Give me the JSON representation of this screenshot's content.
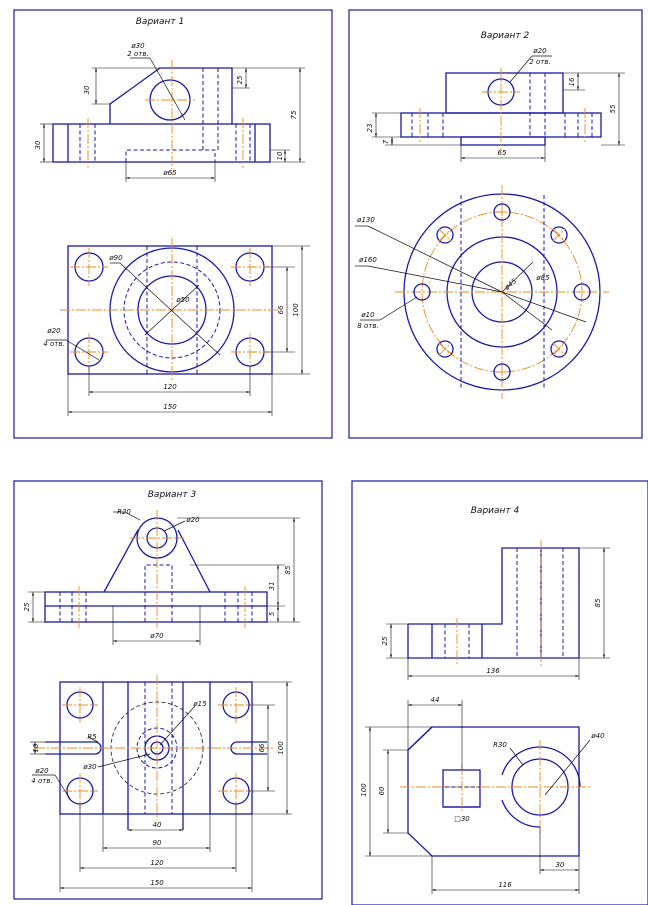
{
  "titles": {
    "v1": "Вариант 1",
    "v2": "Вариант 2",
    "v3": "Вариант 3",
    "v4": "Вариант 4"
  },
  "v1": {
    "d30": "ø30",
    "d30n": "2 отв.",
    "d30s": "30",
    "d25": "25",
    "d75": "75",
    "d30l": "30",
    "d10": "10",
    "d65": "ø65",
    "d90": "ø90",
    "d50": "ø50",
    "d66": "66",
    "d100": "100",
    "d20": "ø20",
    "d20n": "4 отв.",
    "d120": "120",
    "d150": "150"
  },
  "v2": {
    "d20": "ø20",
    "d20n": "2 отв.",
    "d16": "16",
    "d55": "55",
    "d23": "23",
    "d7": "7",
    "d65": "65",
    "d130": "ø130",
    "d160": "ø160",
    "d45": "ø45",
    "d85": "ø85",
    "d10": "ø10",
    "d10n": "8 отв."
  },
  "v3": {
    "r20": "R20",
    "d20": "ø20",
    "d85": "85",
    "d31": "31",
    "d25": "25",
    "d5": "5",
    "d70": "ø70",
    "d15": "ø15",
    "r5": "R5",
    "d10": "10",
    "d30": "ø30",
    "d20b": "ø20",
    "d20n": "4 отв.",
    "d66": "66",
    "d100": "100",
    "d40": "40",
    "d90": "90",
    "d120": "120",
    "d150": "150"
  },
  "v4": {
    "d85": "85",
    "d25": "25",
    "d136": "136",
    "d44": "44",
    "r30": "R30",
    "d40": "ø40",
    "d100": "100",
    "d60": "60",
    "sq30": "□30",
    "d30": "30",
    "d116": "116"
  }
}
